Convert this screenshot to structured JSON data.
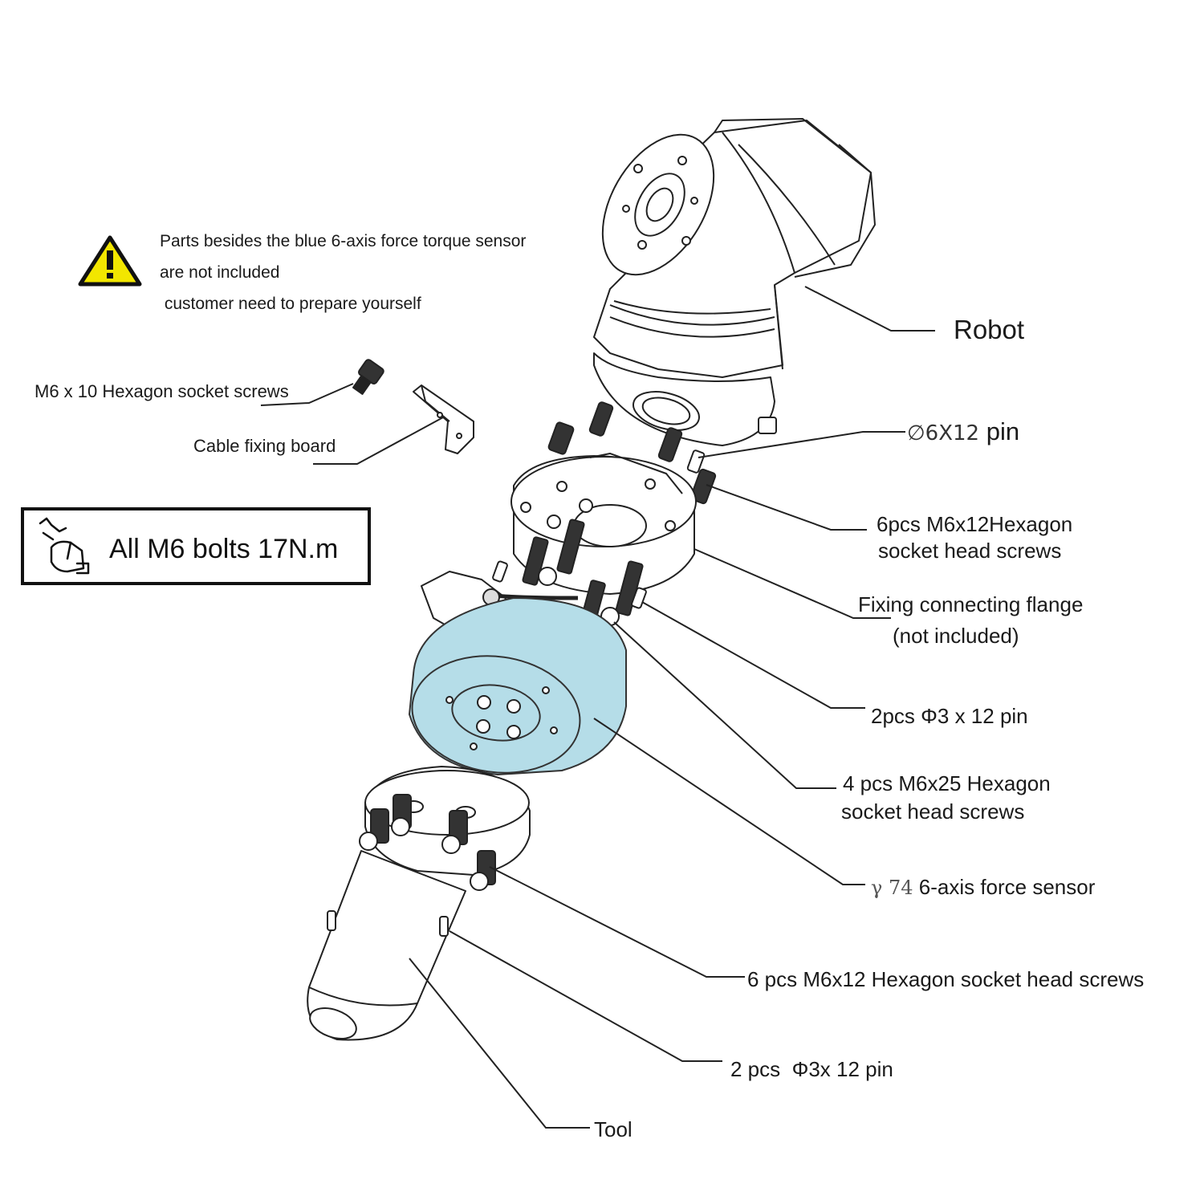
{
  "warning": {
    "icon": "warning-triangle-icon",
    "icon_color": "#f2e600",
    "line1": "Parts besides the blue 6-axis force torque sensor",
    "line2": "are not included",
    "line3": " customer need to prepare yourself"
  },
  "torque_note": {
    "icon": "wrench-hand-icon",
    "text": "All M6 bolts 17N.m"
  },
  "labels": {
    "m6x10_screws": "M6 x 10 Hexagon socket screws",
    "cable_board": "Cable fixing board",
    "robot": "Robot",
    "pin_prefix": "∅6X12",
    "pin_suffix": " pin",
    "m6x12_top_line1": "6pcs M6x12Hexagon",
    "m6x12_top_line2": "socket head screws",
    "flange_line1": "Fixing connecting flange",
    "flange_line2": "(not included)",
    "pin3_top": "2pcs Φ3 x 12 pin",
    "m6x25_line1": "4 pcs M6x25 Hexagon",
    "m6x25_line2": "socket head screws",
    "sensor_prefix": "γ 74",
    "sensor_suffix": " 6-axis force sensor",
    "m6x12_bottom": "6 pcs M6x12 Hexagon socket head screws",
    "pin3_bottom": "2 pcs  Φ3x 12 pin",
    "tool": "Tool"
  },
  "colors": {
    "sensor_blue": "#b5dde8",
    "line": "#222222"
  }
}
